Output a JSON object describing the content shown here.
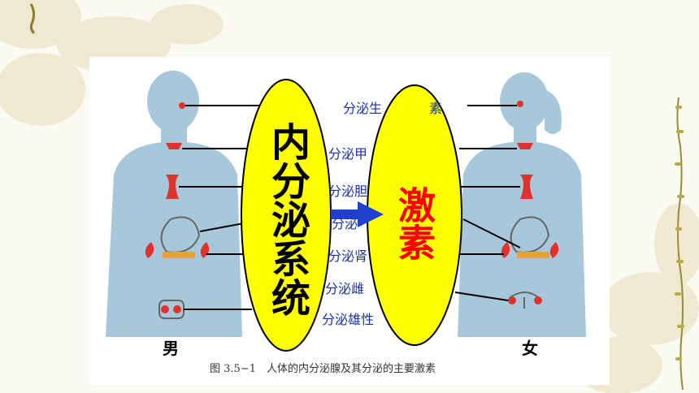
{
  "ellipse_left_text": "内分泌系统",
  "ellipse_right_text": "激素",
  "male_label": "男",
  "female_label": "女",
  "caption": "图 3.5−1　人体的内分泌腺及其分泌的主要激素",
  "partial_labels": [
    "分泌生",
    "素",
    "分泌甲",
    "分泌胆",
    "分泌",
    "分泌肾",
    "分泌雌",
    "分泌雄性"
  ],
  "colors": {
    "body": "#9ec3d6",
    "gland": "#e0322c",
    "arrow": "#1f3fd0",
    "ellipse": "#ffff00",
    "hormone_text": "#ff0000"
  }
}
